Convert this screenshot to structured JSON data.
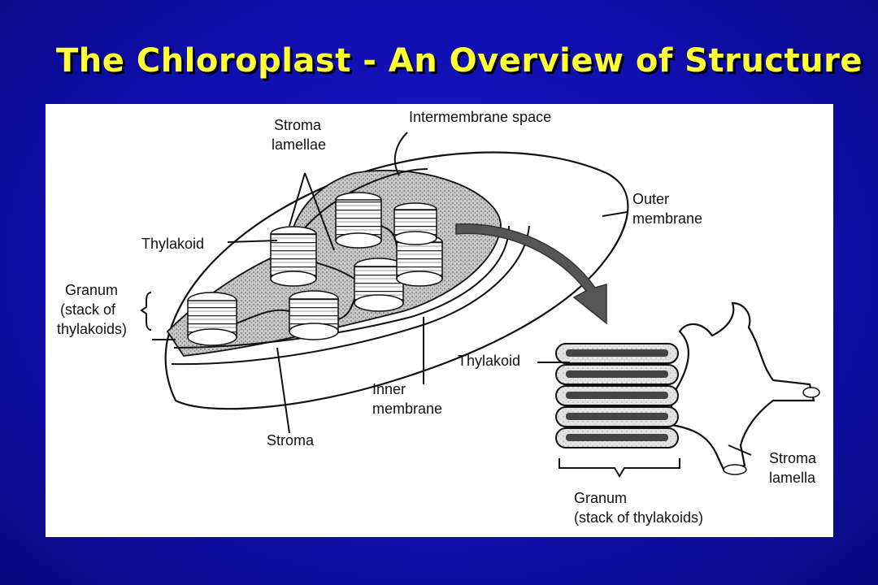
{
  "slide": {
    "title": "The Chloroplast - An Overview of Structure"
  },
  "labels": {
    "intermembrane_space": "Intermembrane space",
    "stroma_lamellae_1": "Stroma",
    "stroma_lamellae_2": "lamellae",
    "outer_membrane_1": "Outer",
    "outer_membrane_2": "membrane",
    "thylakoid_left": "Thylakoid",
    "granum_left_1": "Granum",
    "granum_left_2": "(stack of",
    "granum_left_3": "thylakoids)",
    "inner_membrane_1": "Inner",
    "inner_membrane_2": "membrane",
    "stroma": "Stroma",
    "thylakoid_right": "Thylakoid",
    "stroma_lamella_1": "Stroma",
    "stroma_lamella_2": "lamella",
    "granum_right_1": "Granum",
    "granum_right_2": "(stack of thylakoids)"
  },
  "colors": {
    "background": "#1010b8",
    "title": "#ffff33",
    "panel": "#ffffff"
  }
}
